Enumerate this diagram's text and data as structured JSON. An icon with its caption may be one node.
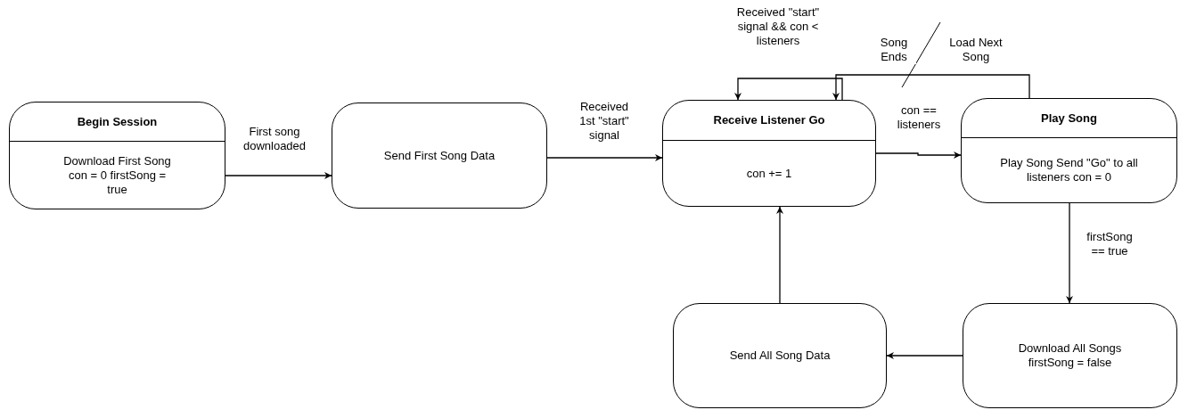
{
  "diagram": {
    "nodes": [
      {
        "text": [
          "Begin Session",
          "Download First Song con = 0 firstSong = true"
        ]
      },
      {
        "text": [
          "Send First Song Data"
        ]
      },
      {
        "text": [
          "Receive Listener Go",
          "con += 1"
        ]
      },
      {
        "text": [
          "Play Song",
          "Play Song Send \"Go\" to all listeners con = 0"
        ]
      },
      {
        "text": [
          "Download All Songs firstSong = false"
        ]
      },
      {
        "text": [
          "Send All Song Data"
        ]
      }
    ],
    "edges": [
      {
        "from": 0,
        "to": 1,
        "arrow": "to",
        "label": "First song downloaded"
      },
      {
        "from": 1,
        "to": 2,
        "arrow": "to",
        "label": "Received 1st \"start\" signal"
      },
      {
        "from": 2,
        "to": 2,
        "arrow": "to",
        "label": "Received \"start\" signal && con < listeners"
      },
      {
        "from": 2,
        "to": 3,
        "arrow": "to",
        "label": "con == listeners"
      },
      {
        "from": 3,
        "to": 2,
        "arrow": "to",
        "label": "Song Ends"
      },
      {
        "from": 3,
        "to": 4,
        "arrow": "to",
        "label": "firstSong == true"
      },
      {
        "from": 4,
        "to": 5,
        "arrow": "to"
      },
      {
        "from": 5,
        "to": 2,
        "arrow": "to"
      }
    ],
    "labels": [
      "Load Next Song"
    ]
  }
}
